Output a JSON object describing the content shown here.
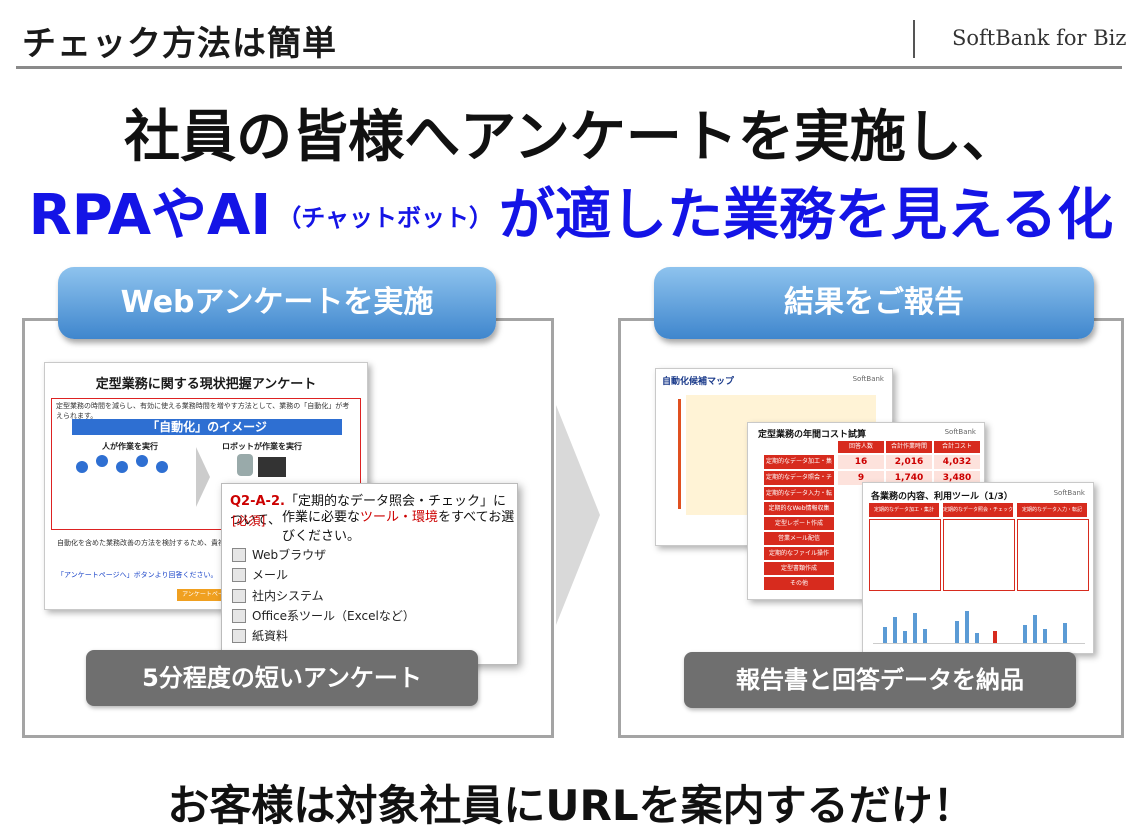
{
  "header": {
    "title": "チェック方法は簡単",
    "brand": "SoftBank for Biz"
  },
  "headline": {
    "line1": "社員の皆様へアンケートを実施し、",
    "line2_a": "RPAやAI",
    "line2_small": "（チャットボット）",
    "line2_b": "が適した業務を見える化"
  },
  "left_panel": {
    "pill": "Webアンケートを実施",
    "caption": "5分程度の短いアンケート",
    "survey": {
      "title": "定型業務に関する現状把握アンケート",
      "intro": "定型業務の時間を減らし、有効に使える業務時間を増やす方法として、業務の「自動化」が考えられます。",
      "image_title": "「自動化」のイメージ",
      "human_label": "人が作業を実行",
      "robot_label": "ロボットが作業を実行",
      "body": "自動化を含めた業務改善の方法を検討するため、貴社の定型",
      "link": "「アンケートページへ」ボタンより回答ください。",
      "button": "アンケートページへ"
    },
    "question": {
      "number": "Q2-A-2.",
      "text_line1": "「定期的なデータ照会・チェック」について、",
      "text_line2_a": "作業に必要な",
      "text_line2_em": "ツール・環境",
      "text_line2_b": "をすべてお選びください。",
      "required": "[必須]",
      "options": [
        "Webブラウザ",
        "メール",
        "社内システム",
        "Office系ツール（Excelなど）",
        "紙資料"
      ]
    }
  },
  "right_panel": {
    "pill": "結果をご報告",
    "caption": "報告書と回答データを納品",
    "report1": {
      "title": "自動化候補マップ",
      "brand": "SoftBank"
    },
    "report2": {
      "title": "定型業務の年間コスト試算",
      "brand": "SoftBank",
      "headers": [
        "回答人数",
        "合計作業時間",
        "合計コスト"
      ],
      "rows": [
        {
          "label": "定期的なデータ加工・集計",
          "values": [
            "16",
            "2,016",
            "4,032"
          ]
        },
        {
          "label": "定期的なデータ照会・チェック",
          "values": [
            "9",
            "1,740",
            "3,480"
          ]
        },
        {
          "label": "定期的なデータ入力・転記",
          "values": [
            "",
            "",
            ""
          ]
        },
        {
          "label": "定期的なWeb情報収集",
          "values": [
            "",
            "",
            ""
          ]
        },
        {
          "label": "定型レポート作成",
          "values": [
            "",
            "",
            ""
          ]
        },
        {
          "label": "営業メール配信",
          "values": [
            "",
            "",
            ""
          ]
        },
        {
          "label": "定期的なファイル操作",
          "values": [
            "",
            "",
            ""
          ]
        },
        {
          "label": "定型書類作成",
          "values": [
            "",
            "",
            ""
          ]
        },
        {
          "label": "その他",
          "values": [
            "",
            "",
            ""
          ]
        }
      ]
    },
    "report3": {
      "title": "各業務の内容、利用ツール（1/3）",
      "brand": "SoftBank",
      "columns": [
        "定期的なデータ加工・集計",
        "定期的なデータ照会・チェック",
        "定期的なデータ入力・転記"
      ]
    }
  },
  "footer": {
    "text": "お客様は対象社員にURLを案内するだけ！"
  }
}
